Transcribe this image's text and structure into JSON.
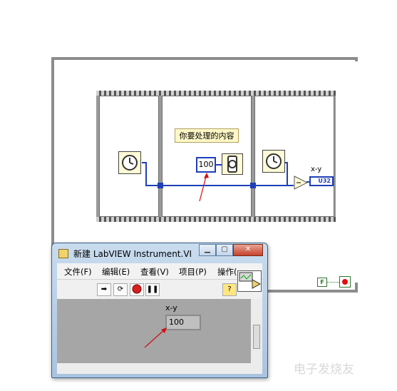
{
  "diagram": {
    "comment_text": "你要处理的内容",
    "constant_value": "100",
    "indicator_label": "x-y",
    "indicator_type": "U32",
    "false_constant": "F"
  },
  "window": {
    "title": "新建 LabVIEW Instrument.VI",
    "caption_buttons": [
      "minimize",
      "maximize",
      "close"
    ],
    "menu": [
      "文件(F)",
      "编辑(E)",
      "查看(V)",
      "项目(P)",
      "操作("
    ],
    "help_button": "?"
  },
  "front_panel": {
    "indicator_label": "x-y",
    "indicator_value": "100"
  },
  "watermark": "电子发烧友",
  "colors": {
    "wire": "#1f3fb8",
    "loop_border": "#8c8c8c",
    "panel_bg": "#a6a6a6",
    "arrow": "#d01010"
  }
}
